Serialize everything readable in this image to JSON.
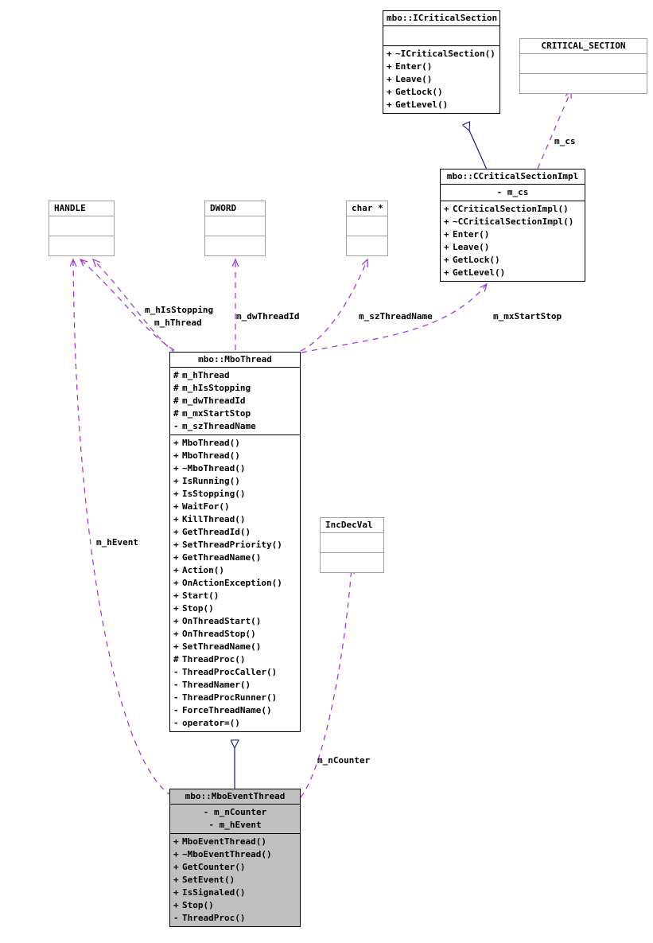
{
  "diagram": {
    "title": "mbo::MboThread collaboration diagram",
    "colors": {
      "inheritance_line": "#191970",
      "association_line": "#9a32cd",
      "node_border": "#a0a0a0",
      "node_border_dark": "#000000",
      "node_fill": "#ffffff",
      "node_fill_highlight": "#c0c0c0"
    }
  },
  "nodes": [
    {
      "id": "icriticalsection",
      "name": "mbo::ICriticalSection",
      "attributes": [],
      "methods": [
        {
          "vis": "+",
          "label": "~ICriticalSection()"
        },
        {
          "vis": "+",
          "label": "Enter()"
        },
        {
          "vis": "+",
          "label": "Leave()"
        },
        {
          "vis": "+",
          "label": "GetLock()"
        },
        {
          "vis": "+",
          "label": "GetLevel()"
        }
      ]
    },
    {
      "id": "critical_section",
      "name": "CRITICAL_SECTION",
      "attributes": [],
      "methods": []
    },
    {
      "id": "ccriticalsectionimpl",
      "name": "mbo::CCriticalSectionImpl",
      "attributes": [
        {
          "vis": "-",
          "label": "m_cs"
        }
      ],
      "methods": [
        {
          "vis": "+",
          "label": "CCriticalSectionImpl()"
        },
        {
          "vis": "+",
          "label": "~CCriticalSectionImpl()"
        },
        {
          "vis": "+",
          "label": "Enter()"
        },
        {
          "vis": "+",
          "label": "Leave()"
        },
        {
          "vis": "+",
          "label": "GetLock()"
        },
        {
          "vis": "+",
          "label": "GetLevel()"
        }
      ]
    },
    {
      "id": "handle",
      "name": "HANDLE",
      "attributes": [],
      "methods": []
    },
    {
      "id": "dword",
      "name": "DWORD",
      "attributes": [],
      "methods": []
    },
    {
      "id": "charptr",
      "name": "char *",
      "attributes": [],
      "methods": []
    },
    {
      "id": "mbothread",
      "name": "mbo::MboThread",
      "attributes": [
        {
          "vis": "#",
          "label": "m_hThread"
        },
        {
          "vis": "#",
          "label": "m_hIsStopping"
        },
        {
          "vis": "#",
          "label": "m_dwThreadId"
        },
        {
          "vis": "#",
          "label": "m_mxStartStop"
        },
        {
          "vis": "-",
          "label": "m_szThreadName"
        }
      ],
      "methods": [
        {
          "vis": "+",
          "label": "MboThread()"
        },
        {
          "vis": "+",
          "label": "MboThread()"
        },
        {
          "vis": "+",
          "label": "~MboThread()"
        },
        {
          "vis": "+",
          "label": "IsRunning()"
        },
        {
          "vis": "+",
          "label": "IsStopping()"
        },
        {
          "vis": "+",
          "label": "WaitFor()"
        },
        {
          "vis": "+",
          "label": "KillThread()"
        },
        {
          "vis": "+",
          "label": "GetThreadId()"
        },
        {
          "vis": "+",
          "label": "SetThreadPriority()"
        },
        {
          "vis": "+",
          "label": "GetThreadName()"
        },
        {
          "vis": "+",
          "label": "Action()"
        },
        {
          "vis": "+",
          "label": "OnActionException()"
        },
        {
          "vis": "+",
          "label": "Start()"
        },
        {
          "vis": "+",
          "label": "Stop()"
        },
        {
          "vis": "+",
          "label": "OnThreadStart()"
        },
        {
          "vis": "+",
          "label": "OnThreadStop()"
        },
        {
          "vis": "+",
          "label": "SetThreadName()"
        },
        {
          "vis": "#",
          "label": "ThreadProc()"
        },
        {
          "vis": "-",
          "label": "ThreadProcCaller()"
        },
        {
          "vis": "-",
          "label": "ThreadNamer()"
        },
        {
          "vis": "-",
          "label": "ThreadProcRunner()"
        },
        {
          "vis": "-",
          "label": "ForceThreadName()"
        },
        {
          "vis": "-",
          "label": "operator=()"
        }
      ]
    },
    {
      "id": "incdecval",
      "name": "IncDecVal",
      "attributes": [],
      "methods": []
    },
    {
      "id": "mboeventthread",
      "name": "mbo::MboEventThread",
      "attributes": [
        {
          "vis": "-",
          "label": "m_nCounter"
        },
        {
          "vis": "-",
          "label": "m_hEvent"
        }
      ],
      "methods": [
        {
          "vis": "+",
          "label": "MboEventThread()"
        },
        {
          "vis": "+",
          "label": "~MboEventThread()"
        },
        {
          "vis": "+",
          "label": "GetCounter()"
        },
        {
          "vis": "+",
          "label": "SetEvent()"
        },
        {
          "vis": "+",
          "label": "IsSignaled()"
        },
        {
          "vis": "+",
          "label": "Stop()"
        },
        {
          "vis": "-",
          "label": "ThreadProc()"
        }
      ]
    }
  ],
  "edge_labels": [
    {
      "id": "lbl_m_cs",
      "text": "m_cs"
    },
    {
      "id": "lbl_m_hIsStopping",
      "text": "m_hIsStopping"
    },
    {
      "id": "lbl_m_hThread",
      "text": "m_hThread"
    },
    {
      "id": "lbl_m_dwThreadId",
      "text": "m_dwThreadId"
    },
    {
      "id": "lbl_m_szThreadName",
      "text": "m_szThreadName"
    },
    {
      "id": "lbl_m_mxStartStop",
      "text": "m_mxStartStop"
    },
    {
      "id": "lbl_m_hEvent",
      "text": "m_hEvent"
    },
    {
      "id": "lbl_m_nCounter",
      "text": "m_nCounter"
    }
  ]
}
